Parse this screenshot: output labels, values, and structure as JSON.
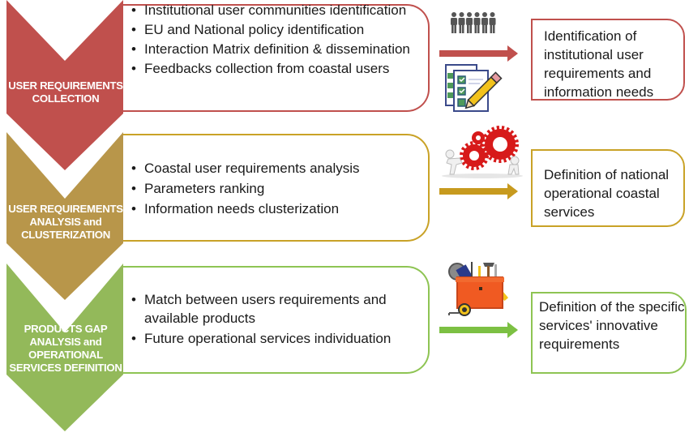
{
  "colors": {
    "red": "#c0504d",
    "gold": "#b8964a",
    "green": "#93b95a",
    "red_border": "#c0504d",
    "gold_border": "#c9a227",
    "green_border": "#8ec453",
    "red_arrow": "#c0504d",
    "gold_arrow": "#c79a1e",
    "green_arrow": "#7cc043"
  },
  "stages": [
    {
      "label_lines": [
        "USER REQUIREMENTS",
        "COLLECTION"
      ],
      "bullets": [
        "Institutional user communities identification",
        "EU and National policy identification",
        "Interaction Matrix definition & dissemination",
        "Feedbacks collection from coastal users"
      ],
      "icon": "people-and-checklist-icon",
      "output": "Identification of institutional user requirements and information needs"
    },
    {
      "label_lines": [
        "USER REQUIREMENTS",
        "ANALYSIS and",
        "CLUSTERIZATION"
      ],
      "bullets": [
        "Coastal user requirements analysis",
        "Parameters ranking",
        "Information needs clusterization"
      ],
      "icon": "gears-teamwork-icon",
      "output": "Definition of national operational coastal services"
    },
    {
      "label_lines": [
        "PRODUCTS GAP",
        "ANALYSIS and",
        "OPERATIONAL",
        "SERVICES DEFINITION"
      ],
      "bullets": [
        "Match between users requirements and available products",
        "Future operational services individuation"
      ],
      "icon": "toolbox-icon",
      "output": "Definition of the specific services' innovative requirements"
    }
  ]
}
